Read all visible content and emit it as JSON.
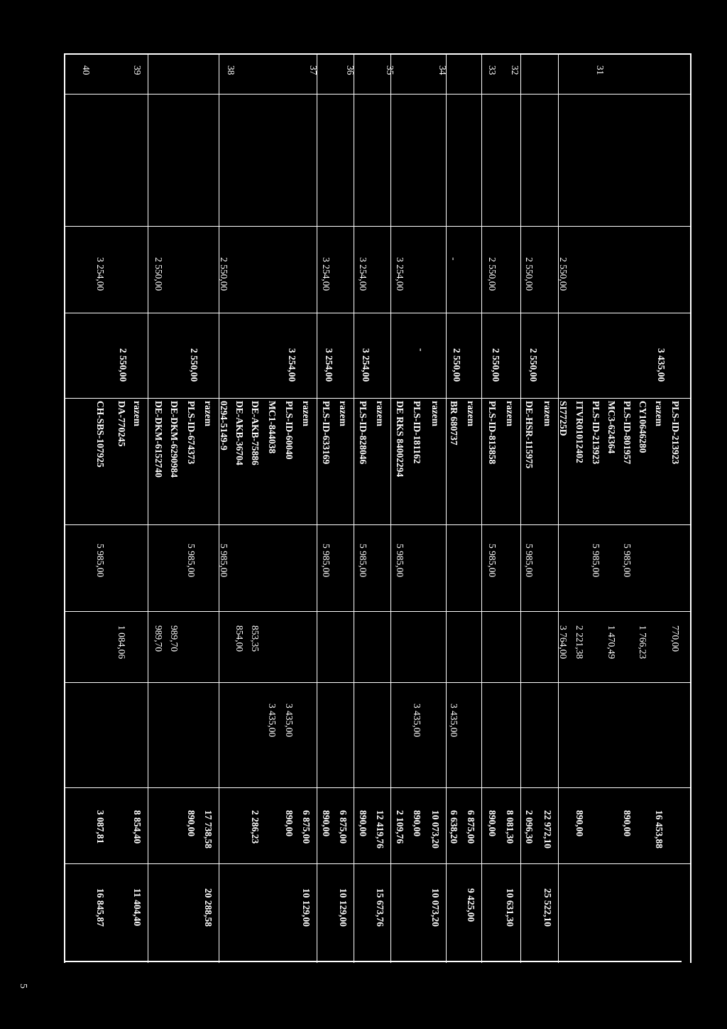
{
  "page_number": "5",
  "row_numbers": [
    "31",
    "32",
    "33",
    "34",
    "35",
    "36",
    "37",
    "38",
    "39",
    "40"
  ],
  "table": {
    "rows": [
      {
        "no": "31",
        "kwota_a": "2 550,00",
        "kwota_b": "3 435,00",
        "lines": [
          {
            "code": "PLS-ID-213923",
            "c3": "",
            "c4": "770,00",
            "c5": "",
            "c6": "",
            "c7": ""
          },
          {
            "code": "razem",
            "c3": "",
            "c4": "",
            "c5": "",
            "c6": "16 453,88",
            "c7": ""
          },
          {
            "code": "CY10646280",
            "c3": "",
            "c4": "1 766,23",
            "c5": "",
            "c6": "",
            "c7": ""
          },
          {
            "code": "PLS-ID-801957",
            "c3": "5 985,00",
            "c4": "",
            "c5": "",
            "c6": "890,00",
            "c7": ""
          },
          {
            "code": "MC3-624364",
            "c3": "",
            "c4": "1 470,49",
            "c5": "",
            "c6": "",
            "c7": ""
          },
          {
            "code": "PLS-ID-213923",
            "c3": "5 985,00",
            "c4": "",
            "c5": "",
            "c6": "",
            "c7": ""
          },
          {
            "code": "ITVR01012402",
            "c3": "",
            "c4": "2 221,38",
            "c5": "",
            "c6": "890,00",
            "c7": ""
          },
          {
            "code": "SI7725D",
            "c3": "",
            "c4": "3 764,00",
            "c5": "",
            "c6": "",
            "c7": ""
          }
        ]
      },
      {
        "no": "32",
        "kwota_a": "2 550,00",
        "kwota_b": "2 550,00",
        "lines": [
          {
            "code": "razem",
            "c3": "",
            "c4": "",
            "c5": "",
            "c6": "22 972,10",
            "c7": "25 522,10"
          },
          {
            "code": "DE-HSR-115975",
            "c3": "5 985,00",
            "c4": "",
            "c5": "",
            "c6": "2 096,30",
            "c7": ""
          }
        ]
      },
      {
        "no": "33",
        "kwota_a": "2 550,00",
        "kwota_b": "2 550,00",
        "lines": [
          {
            "code": "razem",
            "c3": "",
            "c4": "",
            "c5": "",
            "c6": "8 081,30",
            "c7": "10 631,30"
          },
          {
            "code": "PLS-ID-813858",
            "c3": "5 985,00",
            "c4": "",
            "c5": "",
            "c6": "890,00",
            "c7": ""
          }
        ]
      },
      {
        "no": "34",
        "kwota_a": "-",
        "kwota_b": "2 550,00",
        "lines": [
          {
            "code": "razem",
            "c3": "",
            "c4": "",
            "c5": "",
            "c6": "6 875,00",
            "c7": "9 425,00"
          },
          {
            "code": "BR 680737",
            "c3": "",
            "c4": "",
            "c5": "3 435,00",
            "c6": "6 638,20",
            "c7": ""
          }
        ]
      },
      {
        "no": "35",
        "kwota_a": "3 254,00",
        "kwota_b": "-",
        "lines": [
          {
            "code": "razem",
            "c3": "",
            "c4": "",
            "c5": "",
            "c6": "10 073,20",
            "c7": "10 073,20"
          },
          {
            "code": "PLS-ID-181162",
            "c3": "",
            "c4": "",
            "c5": "3 435,00",
            "c6": "890,00",
            "c7": ""
          },
          {
            "code": "DE RKS 84002294",
            "c3": "5 985,00",
            "c4": "",
            "c5": "",
            "c6": "2 109,76",
            "c7": ""
          }
        ]
      },
      {
        "no": "36",
        "kwota_a": "3 254,00",
        "kwota_b": "3 254,00",
        "lines": [
          {
            "code": "razem",
            "c3": "",
            "c4": "",
            "c5": "",
            "c6": "12 419,76",
            "c7": "15 673,76"
          },
          {
            "code": "PLS-ID-828046",
            "c3": "5 985,00",
            "c4": "",
            "c5": "",
            "c6": "890,00",
            "c7": ""
          }
        ]
      },
      {
        "no": "37",
        "kwota_a": "3 254,00",
        "kwota_b": "3 254,00",
        "lines": [
          {
            "code": "razem",
            "c3": "",
            "c4": "",
            "c5": "",
            "c6": "6 875,00",
            "c7": "10 129,00"
          },
          {
            "code": "PLS-ID-633169",
            "c3": "5 985,00",
            "c4": "",
            "c5": "",
            "c6": "890,00",
            "c7": ""
          }
        ]
      },
      {
        "no": "38",
        "kwota_a": "2 550,00",
        "kwota_b": "3 254,00",
        "lines": [
          {
            "code": "razem",
            "c3": "",
            "c4": "",
            "c5": "",
            "c6": "6 875,00",
            "c7": "10 129,00"
          },
          {
            "code": "PLS-ID-60040",
            "c3": "",
            "c4": "",
            "c5": "3 435,00",
            "c6": "890,00",
            "c7": ""
          },
          {
            "code": "MC1-844038",
            "c3": "",
            "c4": "",
            "c5": "3 435,00",
            "c6": "",
            "c7": ""
          },
          {
            "code": "DE-AKB-75886",
            "c3": "",
            "c4": "853,35",
            "c5": "",
            "c6": "2 286,23",
            "c7": ""
          },
          {
            "code": "DE-AKB-36704",
            "c3": "",
            "c4": "854,00",
            "c5": "",
            "c6": "",
            "c7": ""
          },
          {
            "code": "0294-5149-9",
            "c3": "5 985,00",
            "c4": "",
            "c5": "",
            "c6": "",
            "c7": ""
          }
        ]
      },
      {
        "no": "39",
        "kwota_a": "2 550,00",
        "kwota_b": "2 550,00",
        "lines": [
          {
            "code": "razem",
            "c3": "",
            "c4": "",
            "c5": "",
            "c6": "17 738,58",
            "c7": "20 288,58"
          },
          {
            "code": "PLS-ID-674373",
            "c3": "5 985,00",
            "c4": "",
            "c5": "",
            "c6": "890,00",
            "c7": ""
          },
          {
            "code": "DE-DKM-6290984",
            "c3": "",
            "c4": "989,70",
            "c5": "",
            "c6": "",
            "c7": ""
          },
          {
            "code": "DE-DKM-6152740",
            "c3": "",
            "c4": "989,70",
            "c5": "",
            "c6": "",
            "c7": ""
          }
        ]
      },
      {
        "no": "40",
        "kwota_a": "3 254,00",
        "kwota_b": "2 550,00",
        "lines": [
          {
            "code": "razem",
            "c3": "",
            "c4": "",
            "c5": "",
            "c6": "8 854,40",
            "c7": "11 404,40"
          },
          {
            "code": "DA-770245",
            "c3": "",
            "c4": "1 084,06",
            "c5": "",
            "c6": "",
            "c7": ""
          },
          {
            "code": "CH-SBS-107925",
            "c3": "5 985,00",
            "c4": "",
            "c5": "",
            "c6": "3 087,81",
            "c7": "16 845,87"
          }
        ]
      }
    ]
  }
}
